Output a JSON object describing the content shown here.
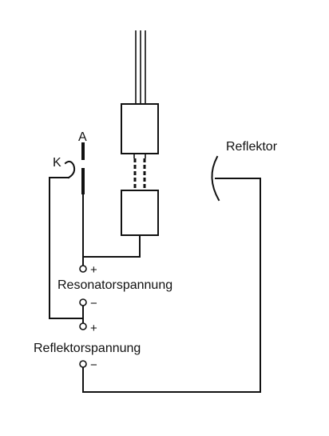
{
  "labels": {
    "reflector": "Reflektor",
    "cathode": "K",
    "anode": "A",
    "resonator_voltage": "Resonatorspannung",
    "reflector_voltage": "Reflektorspannung"
  },
  "polarity": {
    "resonator_plus": "+",
    "resonator_minus": "−",
    "reflector_plus": "+",
    "reflector_minus": "−"
  }
}
